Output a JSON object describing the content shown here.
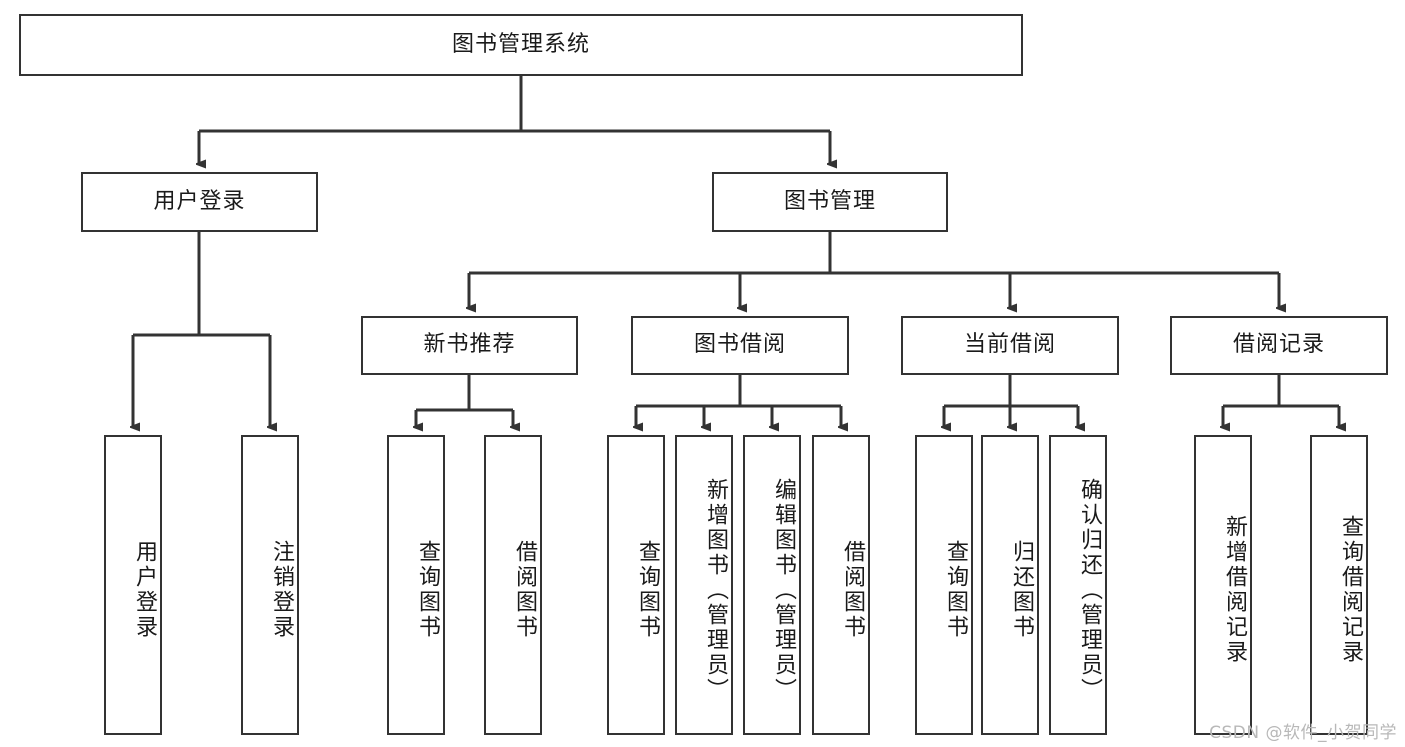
{
  "diagram": {
    "title": "图书管理系统",
    "type": "tree-hierarchy-chart",
    "colors": {
      "box_border": "#333333",
      "box_fill": "#ffffff",
      "connector": "#333333",
      "text": "#1a1a1a",
      "watermark": "#b8b8b8"
    },
    "root": {
      "label": "图书管理系统"
    },
    "level2": [
      {
        "label": "用户登录"
      },
      {
        "label": "图书管理"
      }
    ],
    "level3": [
      {
        "label": "新书推荐"
      },
      {
        "label": "图书借阅"
      },
      {
        "label": "当前借阅"
      },
      {
        "label": "借阅记录"
      }
    ],
    "leaves": {
      "user_login": [
        {
          "label": "用户登录"
        },
        {
          "label": "注销登录"
        }
      ],
      "new_book_recommend": [
        {
          "label": "查询图书"
        },
        {
          "label": "借阅图书"
        }
      ],
      "book_borrow": [
        {
          "label": "查询图书"
        },
        {
          "label": "新增图书（管理员）"
        },
        {
          "label": "编辑图书（管理员）"
        },
        {
          "label": "借阅图书"
        }
      ],
      "current_borrow": [
        {
          "label": "查询图书"
        },
        {
          "label": "归还图书"
        },
        {
          "label": "确认归还（管理员）"
        }
      ],
      "borrow_record": [
        {
          "label": "新增借阅记录"
        },
        {
          "label": "查询借阅记录"
        }
      ]
    }
  },
  "watermark": {
    "text": "CSDN @软件_小贺同学"
  }
}
